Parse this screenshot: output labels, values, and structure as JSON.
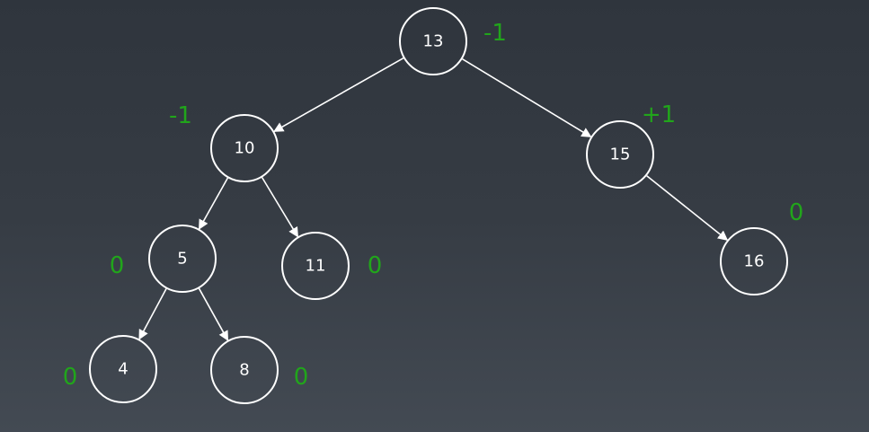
{
  "tree": {
    "colors": {
      "node_stroke": "#ffffff",
      "node_text": "#ffffff",
      "edge": "#ffffff",
      "balance_factor": "#21a51b",
      "background_top": "#2f353d",
      "background_bottom": "#434a53"
    },
    "nodes": [
      {
        "id": "n13",
        "value": "13",
        "balance": "-1"
      },
      {
        "id": "n10",
        "value": "10",
        "balance": "-1"
      },
      {
        "id": "n15",
        "value": "15",
        "balance": "+1"
      },
      {
        "id": "n5",
        "value": "5",
        "balance": "0"
      },
      {
        "id": "n11",
        "value": "11",
        "balance": "0"
      },
      {
        "id": "n16",
        "value": "16",
        "balance": "0"
      },
      {
        "id": "n4",
        "value": "4",
        "balance": "0"
      },
      {
        "id": "n8",
        "value": "8",
        "balance": "0"
      }
    ],
    "edges": [
      {
        "from": "n13",
        "to": "n10"
      },
      {
        "from": "n13",
        "to": "n15"
      },
      {
        "from": "n10",
        "to": "n5"
      },
      {
        "from": "n10",
        "to": "n11"
      },
      {
        "from": "n15",
        "to": "n16"
      },
      {
        "from": "n5",
        "to": "n4"
      },
      {
        "from": "n5",
        "to": "n8"
      }
    ]
  }
}
